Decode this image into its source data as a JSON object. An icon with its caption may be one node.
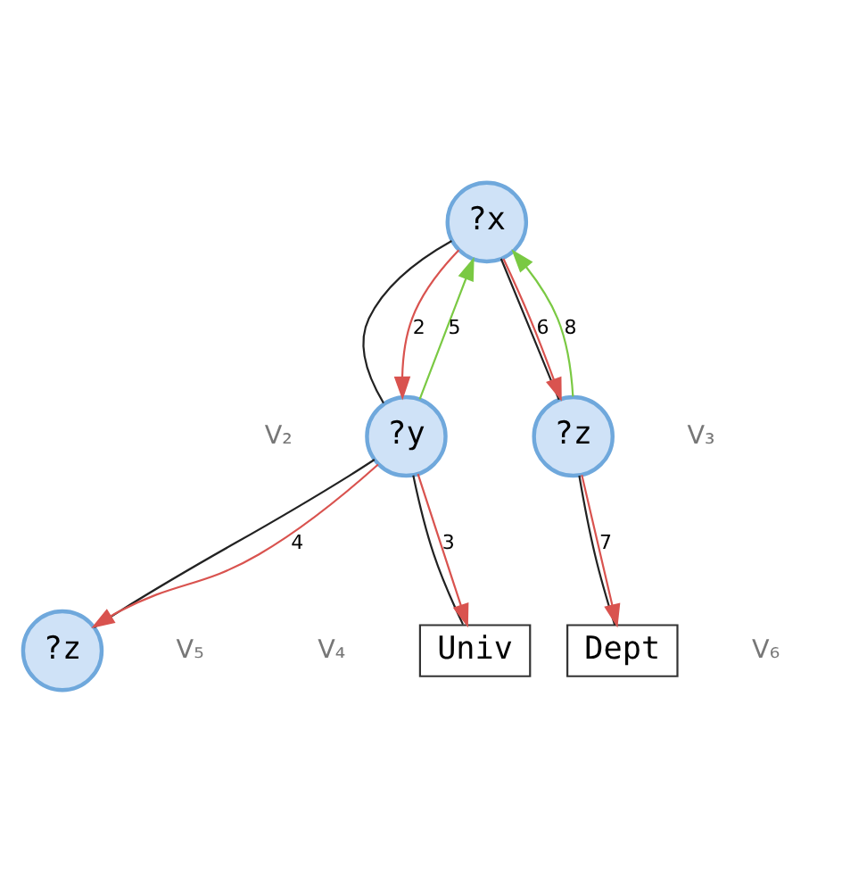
{
  "diagram": {
    "nodes": [
      {
        "text": [
          "?x"
        ]
      },
      {
        "text": [
          "?y"
        ],
        "beside": [
          "V₂"
        ]
      },
      {
        "text": [
          "?z"
        ],
        "beside": [
          "V₃"
        ]
      },
      {
        "text": [
          "Univ"
        ],
        "beside": [
          "V₄"
        ]
      },
      {
        "text": [
          "?z"
        ],
        "beside": [
          "V₅"
        ]
      },
      {
        "text": [
          "Dept"
        ],
        "beside": [
          "V₆"
        ]
      }
    ],
    "edges": [
      {
        "from": 0,
        "to": 1,
        "arrow": "none"
      },
      {
        "from": 0,
        "to": 2,
        "arrow": "none"
      },
      {
        "from": 1,
        "to": 3,
        "arrow": "none"
      },
      {
        "from": 1,
        "to": 4,
        "arrow": "none"
      },
      {
        "from": 2,
        "to": 5,
        "arrow": "none"
      },
      {
        "from": 0,
        "to": 1,
        "arrow": "to",
        "label": "2",
        "color": "#d9534f"
      },
      {
        "from": 1,
        "to": 3,
        "arrow": "to",
        "label": "3",
        "color": "#d9534f"
      },
      {
        "from": 1,
        "to": 4,
        "arrow": "to",
        "label": "4",
        "color": "#d9534f"
      },
      {
        "from": 1,
        "to": 0,
        "arrow": "to",
        "label": "5",
        "color": "#7ac943"
      },
      {
        "from": 0,
        "to": 2,
        "arrow": "to",
        "label": "6",
        "color": "#d9534f"
      },
      {
        "from": 2,
        "to": 5,
        "arrow": "to",
        "label": "7",
        "color": "#d9534f"
      },
      {
        "from": 2,
        "to": 0,
        "arrow": "to",
        "label": "8",
        "color": "#7ac943"
      }
    ]
  }
}
